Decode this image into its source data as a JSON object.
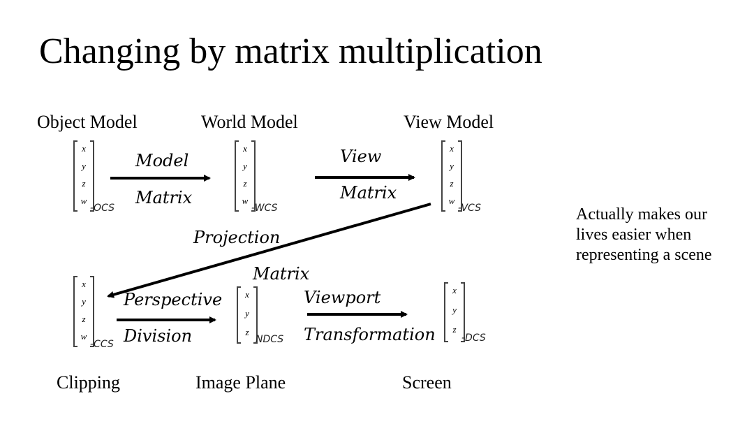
{
  "slide": {
    "title": "Changing by matrix multiplication",
    "side_note": "Actually makes our lives easier when representing a scene"
  },
  "stages": {
    "object_model": "Object Model",
    "world_model": "World Model",
    "view_model": "View Model",
    "clipping": "Clipping",
    "image_plane": "Image Plane",
    "screen": "Screen"
  },
  "transforms": {
    "model_top": "Model",
    "model_bottom": "Matrix",
    "view_top": "View",
    "view_bottom": "Matrix",
    "projection_top": "Projection",
    "projection_bottom": "Matrix",
    "perspective_top": "Perspective",
    "perspective_bottom": "Division",
    "viewport_top": "Viewport",
    "viewport_bottom": "Transformation"
  },
  "vectors": {
    "components4": [
      "x",
      "y",
      "z",
      "w"
    ],
    "components3": [
      "x",
      "y",
      "z"
    ],
    "ocs": "-OCS",
    "wcs": "-WCS",
    "vcs": "-VCS",
    "ccs": "-CCS",
    "ndcs": "NDCS",
    "dcs": "-DCS"
  }
}
